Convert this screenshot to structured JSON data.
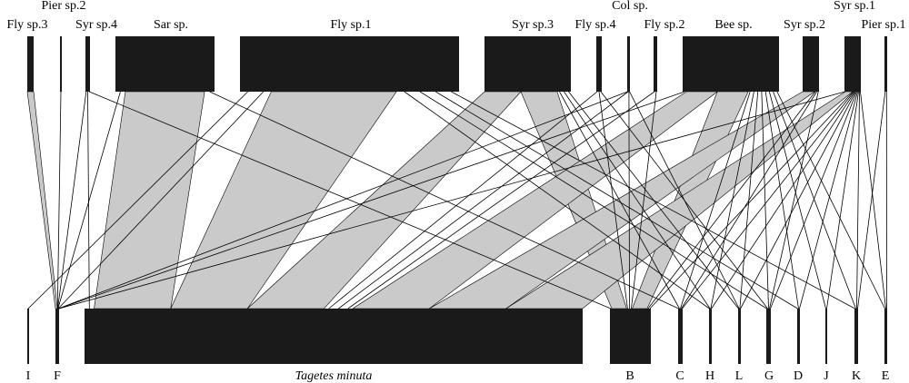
{
  "chart_data": {
    "type": "bipartite-network",
    "upper_level": [
      {
        "id": "Fly sp.3",
        "label": "Fly sp.3"
      },
      {
        "id": "Pier sp.2",
        "label": "Pier sp.2"
      },
      {
        "id": "Syr sp.4",
        "label": "Syr sp.4"
      },
      {
        "id": "Sar sp.",
        "label": "Sar sp."
      },
      {
        "id": "Fly sp.1",
        "label": "Fly sp.1"
      },
      {
        "id": "Syr sp.3",
        "label": "Syr sp.3"
      },
      {
        "id": "Fly sp.4",
        "label": "Fly sp.4"
      },
      {
        "id": "Col sp.",
        "label": "Col sp."
      },
      {
        "id": "Fly sp.2",
        "label": "Fly sp.2"
      },
      {
        "id": "Bee sp.",
        "label": "Bee sp."
      },
      {
        "id": "Syr sp.2",
        "label": "Syr sp.2"
      },
      {
        "id": "Syr sp.1",
        "label": "Syr sp.1"
      },
      {
        "id": "Pier sp.1",
        "label": "Pier sp.1"
      }
    ],
    "lower_level": [
      {
        "id": "I",
        "label": "I"
      },
      {
        "id": "F",
        "label": "F"
      },
      {
        "id": "Tagetes minuta",
        "label": "Tagetes minuta"
      },
      {
        "id": "B",
        "label": "B"
      },
      {
        "id": "C",
        "label": "C"
      },
      {
        "id": "H",
        "label": "H"
      },
      {
        "id": "L",
        "label": "L"
      },
      {
        "id": "G",
        "label": "G"
      },
      {
        "id": "D",
        "label": "D"
      },
      {
        "id": "J",
        "label": "J"
      },
      {
        "id": "K",
        "label": "K"
      },
      {
        "id": "E",
        "label": "E"
      }
    ],
    "links": [
      [
        "Fly sp.3",
        "F",
        "band"
      ],
      [
        "Pier sp.2",
        "F",
        "line"
      ],
      [
        "Syr sp.4",
        "F",
        "line"
      ],
      [
        "Syr sp.4",
        "Tagetes minuta",
        "line"
      ],
      [
        "Syr sp.4",
        "B",
        "line"
      ],
      [
        "Sar sp.",
        "Tagetes minuta",
        "band"
      ],
      [
        "Sar sp.",
        "F",
        "line"
      ],
      [
        "Sar sp.",
        "C",
        "line"
      ],
      [
        "Fly sp.1",
        "Tagetes minuta",
        "band"
      ],
      [
        "Fly sp.1",
        "F",
        "line"
      ],
      [
        "Fly sp.1",
        "I",
        "line"
      ],
      [
        "Fly sp.1",
        "H",
        "line"
      ],
      [
        "Fly sp.1",
        "G",
        "line"
      ],
      [
        "Fly sp.1",
        "D",
        "line"
      ],
      [
        "Fly sp.1",
        "K",
        "line"
      ],
      [
        "Syr sp.3",
        "Tagetes minuta",
        "band"
      ],
      [
        "Syr sp.3",
        "B",
        "band"
      ],
      [
        "Syr sp.3",
        "C",
        "line"
      ],
      [
        "Syr sp.3",
        "H",
        "line"
      ],
      [
        "Syr sp.3",
        "L",
        "line"
      ],
      [
        "Fly sp.4",
        "B",
        "line"
      ],
      [
        "Fly sp.4",
        "Tagetes minuta",
        "line"
      ],
      [
        "Fly sp.4",
        "G",
        "line"
      ],
      [
        "Col sp.",
        "F",
        "line"
      ],
      [
        "Col sp.",
        "B",
        "line"
      ],
      [
        "Col sp.",
        "L",
        "line"
      ],
      [
        "Col sp.",
        "Tagetes minuta",
        "line"
      ],
      [
        "Fly sp.2",
        "Tagetes minuta",
        "line"
      ],
      [
        "Fly sp.2",
        "B",
        "line"
      ],
      [
        "Bee sp.",
        "Tagetes minuta",
        "band"
      ],
      [
        "Bee sp.",
        "B",
        "band"
      ],
      [
        "Bee sp.",
        "F",
        "line"
      ],
      [
        "Bee sp.",
        "C",
        "line"
      ],
      [
        "Bee sp.",
        "H",
        "line"
      ],
      [
        "Bee sp.",
        "L",
        "line"
      ],
      [
        "Bee sp.",
        "G",
        "line"
      ],
      [
        "Bee sp.",
        "D",
        "line"
      ],
      [
        "Bee sp.",
        "J",
        "line"
      ],
      [
        "Bee sp.",
        "K",
        "line"
      ],
      [
        "Bee sp.",
        "E",
        "line"
      ],
      [
        "Syr sp.2",
        "Tagetes minuta",
        "band"
      ],
      [
        "Syr sp.2",
        "B",
        "line"
      ],
      [
        "Syr sp.2",
        "C",
        "line"
      ],
      [
        "Syr sp.2",
        "G",
        "line"
      ],
      [
        "Syr sp.1",
        "F",
        "line"
      ],
      [
        "Syr sp.1",
        "Tagetes minuta",
        "band"
      ],
      [
        "Syr sp.1",
        "B",
        "line"
      ],
      [
        "Syr sp.1",
        "C",
        "line"
      ],
      [
        "Syr sp.1",
        "H",
        "line"
      ],
      [
        "Syr sp.1",
        "L",
        "line"
      ],
      [
        "Syr sp.1",
        "G",
        "line"
      ],
      [
        "Syr sp.1",
        "D",
        "line"
      ],
      [
        "Syr sp.1",
        "J",
        "line"
      ],
      [
        "Syr sp.1",
        "K",
        "line"
      ],
      [
        "Syr sp.1",
        "E",
        "line"
      ],
      [
        "Pier sp.1",
        "E",
        "line"
      ],
      [
        "Pier sp.1",
        "K",
        "line"
      ]
    ]
  }
}
